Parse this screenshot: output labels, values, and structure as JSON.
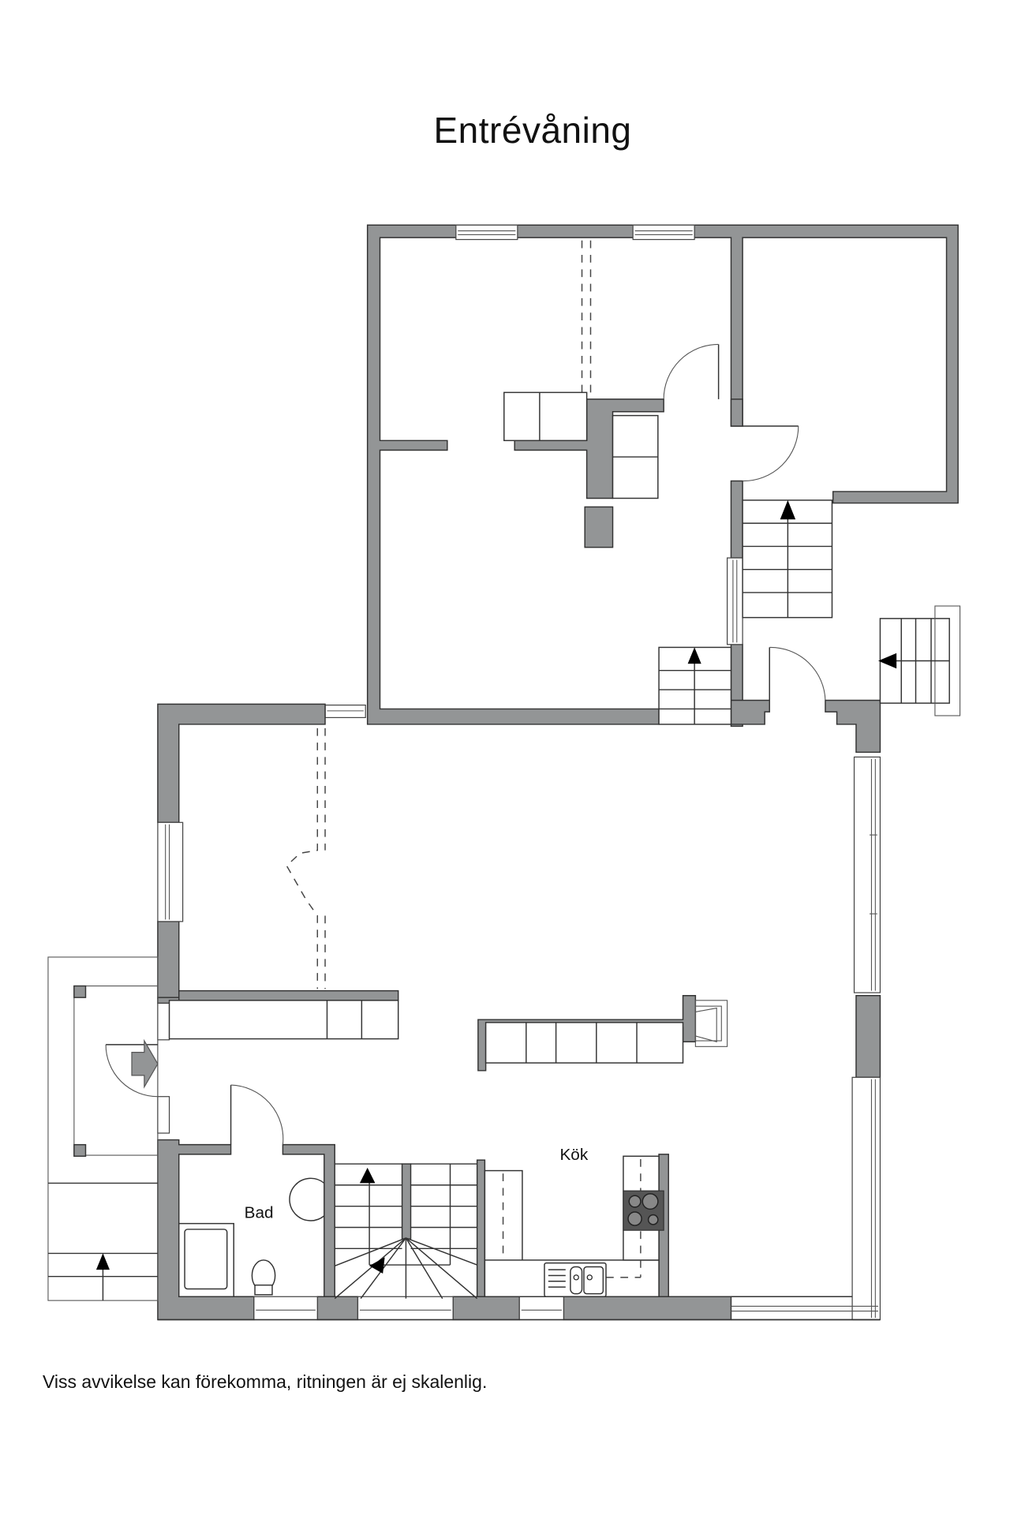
{
  "title": "Entrévåning",
  "footer_note": "Viss avvikelse kan förekomma, ritningen är ej skalenlig.",
  "rooms": [
    {
      "id": "kok",
      "label": "Kök"
    },
    {
      "id": "bad",
      "label": "Bad"
    }
  ],
  "colors": {
    "wall": "#939596",
    "line": "#333333",
    "background": "#ffffff",
    "stove": "#555555"
  },
  "symbols": [
    "entrance-arrow-icon",
    "stair-up-arrow-icon",
    "door-swing",
    "window",
    "stove",
    "sink",
    "toilet",
    "shower",
    "washbasin",
    "fireplace"
  ]
}
